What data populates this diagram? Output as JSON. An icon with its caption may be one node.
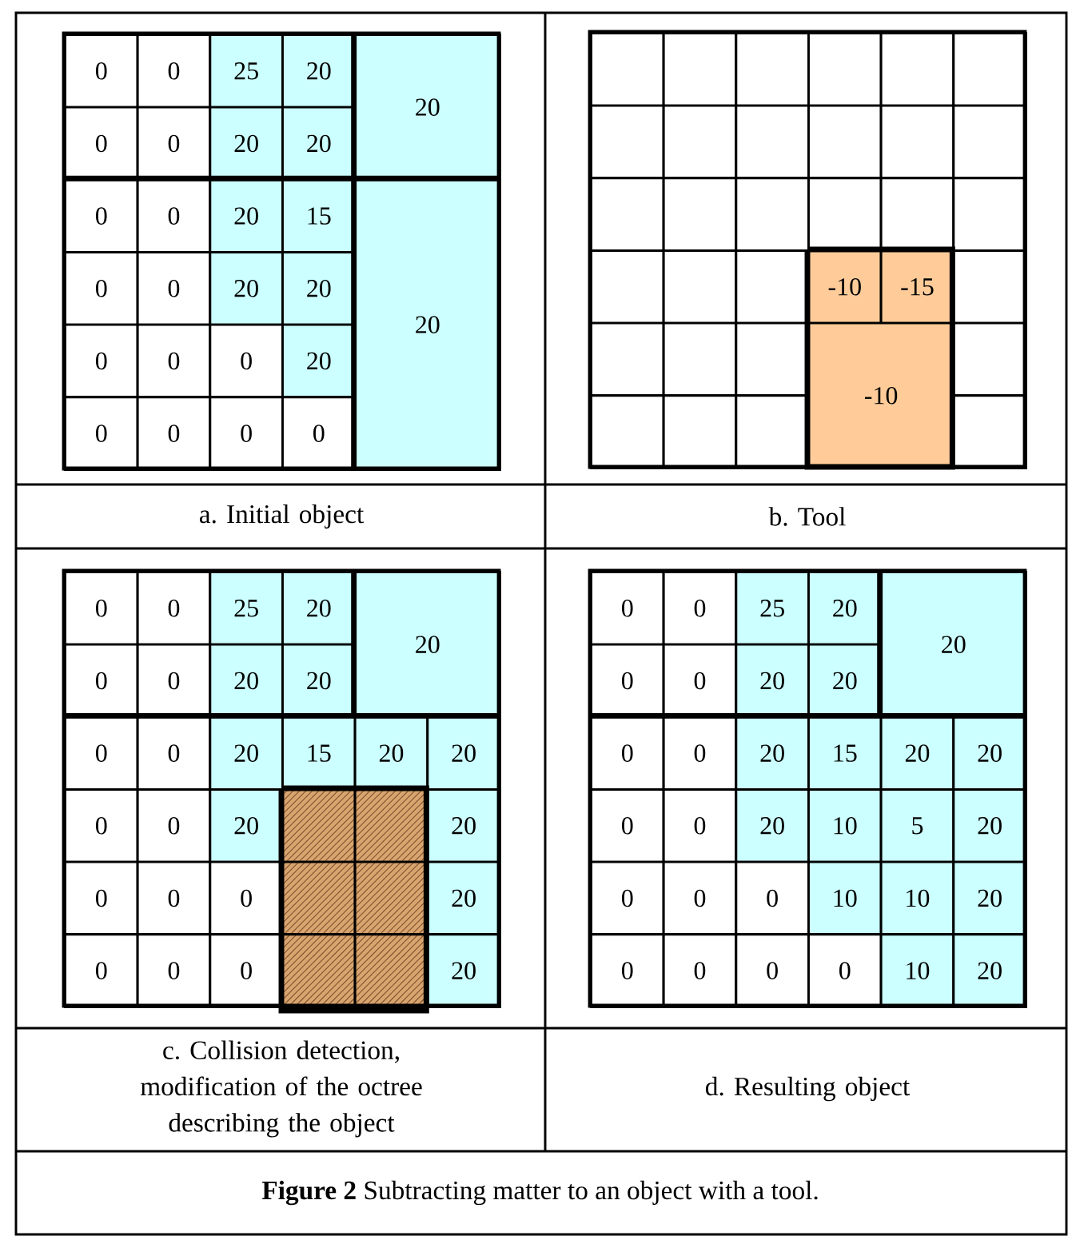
{
  "diagram": {
    "caption": "**Figure 2** Subtracting matter to an object with a tool.",
    "labels": [
      "0",
      "0",
      "25",
      "20",
      "20",
      "0",
      "0",
      "20",
      "20",
      "0",
      "0",
      "20",
      "15",
      "20",
      "0",
      "0",
      "20",
      "20",
      "0",
      "0",
      "0",
      "20",
      "0",
      "0",
      "0",
      "0",
      "-10",
      "-15",
      "-10",
      "a. Initial object",
      "b. Tool",
      "0",
      "0",
      "25",
      "20",
      "20",
      "0",
      "0",
      "20",
      "20",
      "0",
      "0",
      "20",
      "15",
      "20",
      "20",
      "0",
      "0",
      "20",
      "20",
      "0",
      "0",
      "0",
      "20",
      "0",
      "0",
      "0",
      "20",
      "0",
      "0",
      "25",
      "20",
      "20",
      "0",
      "0",
      "20",
      "20",
      "0",
      "0",
      "20",
      "15",
      "20",
      "20",
      "0",
      "0",
      "20",
      "10",
      "5",
      "20",
      "0",
      "0",
      "0",
      "10",
      "10",
      "20",
      "0",
      "0",
      "0",
      "0",
      "10",
      "20",
      "c. Collision detection, modification of the octree describing the object",
      "d. Resulting object"
    ]
  }
}
